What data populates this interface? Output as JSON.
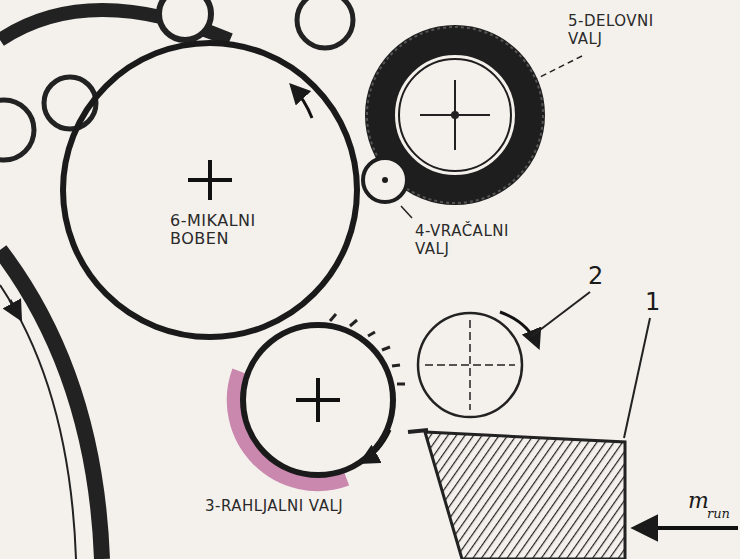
{
  "diagram": {
    "nodes": [
      {
        "text": [
          "5-DELOVNI VALJ"
        ]
      },
      {
        "text": [
          "6-MIKALNI BOBEN"
        ]
      },
      {
        "text": [
          "4-VRAČALNI VALJ"
        ]
      },
      {
        "text": [
          "3-RAHLJALNI VALJ"
        ]
      }
    ],
    "labels": [
      "2",
      "1",
      "m",
      "run"
    ]
  }
}
